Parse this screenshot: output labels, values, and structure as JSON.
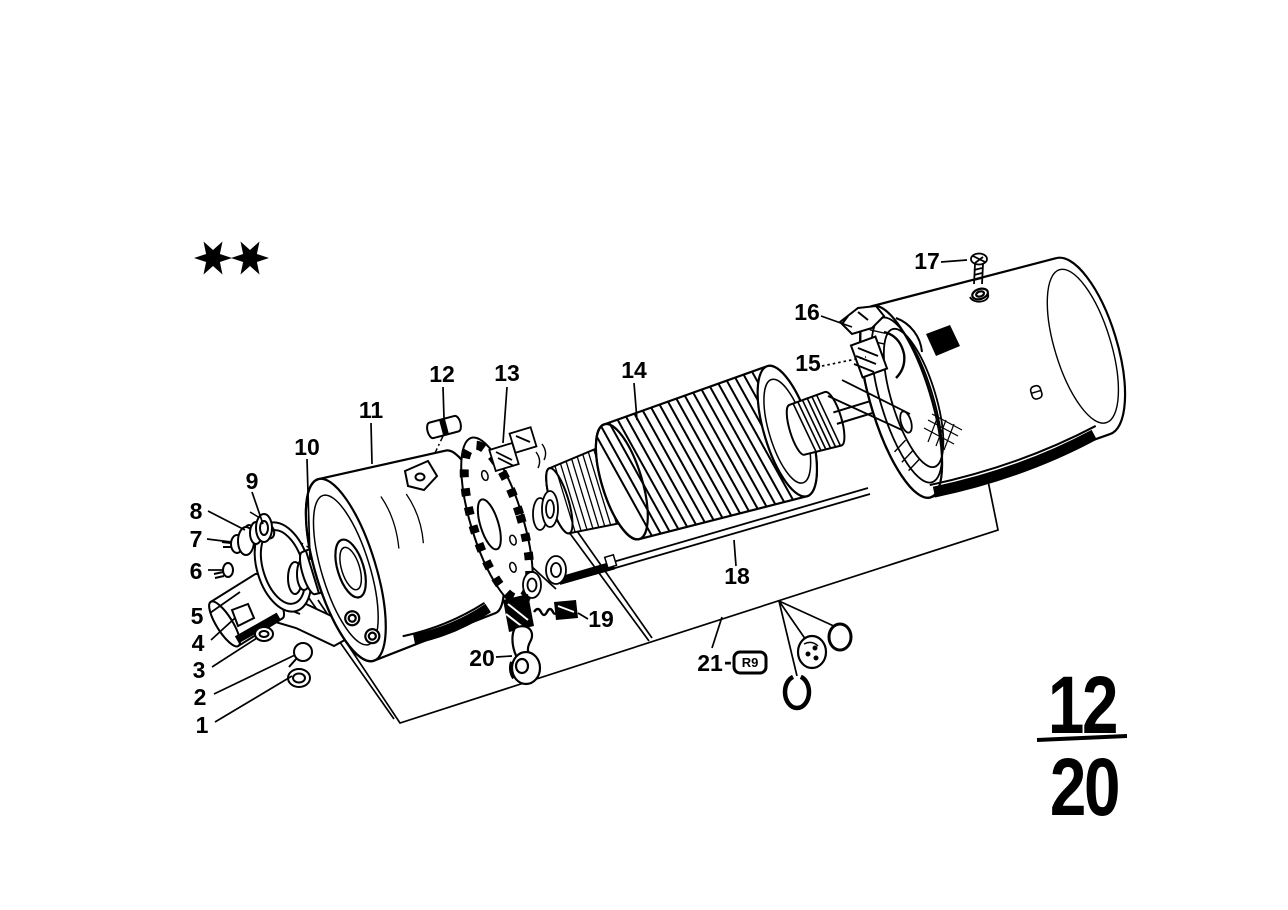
{
  "page": {
    "background": "#ffffff",
    "ink": "#000000",
    "markers": {
      "star_count": 2,
      "star_symbol": "✶"
    }
  },
  "sheet_number": {
    "numerator": "12",
    "denominator": "20"
  },
  "callouts": {
    "labels": [
      "1",
      "2",
      "3",
      "4",
      "5",
      "6",
      "7",
      "8",
      "9",
      "10",
      "11",
      "12",
      "13",
      "14",
      "15",
      "16",
      "17",
      "18",
      "19",
      "20",
      "21"
    ],
    "badge_separator": "-",
    "badge_text": "R9"
  }
}
